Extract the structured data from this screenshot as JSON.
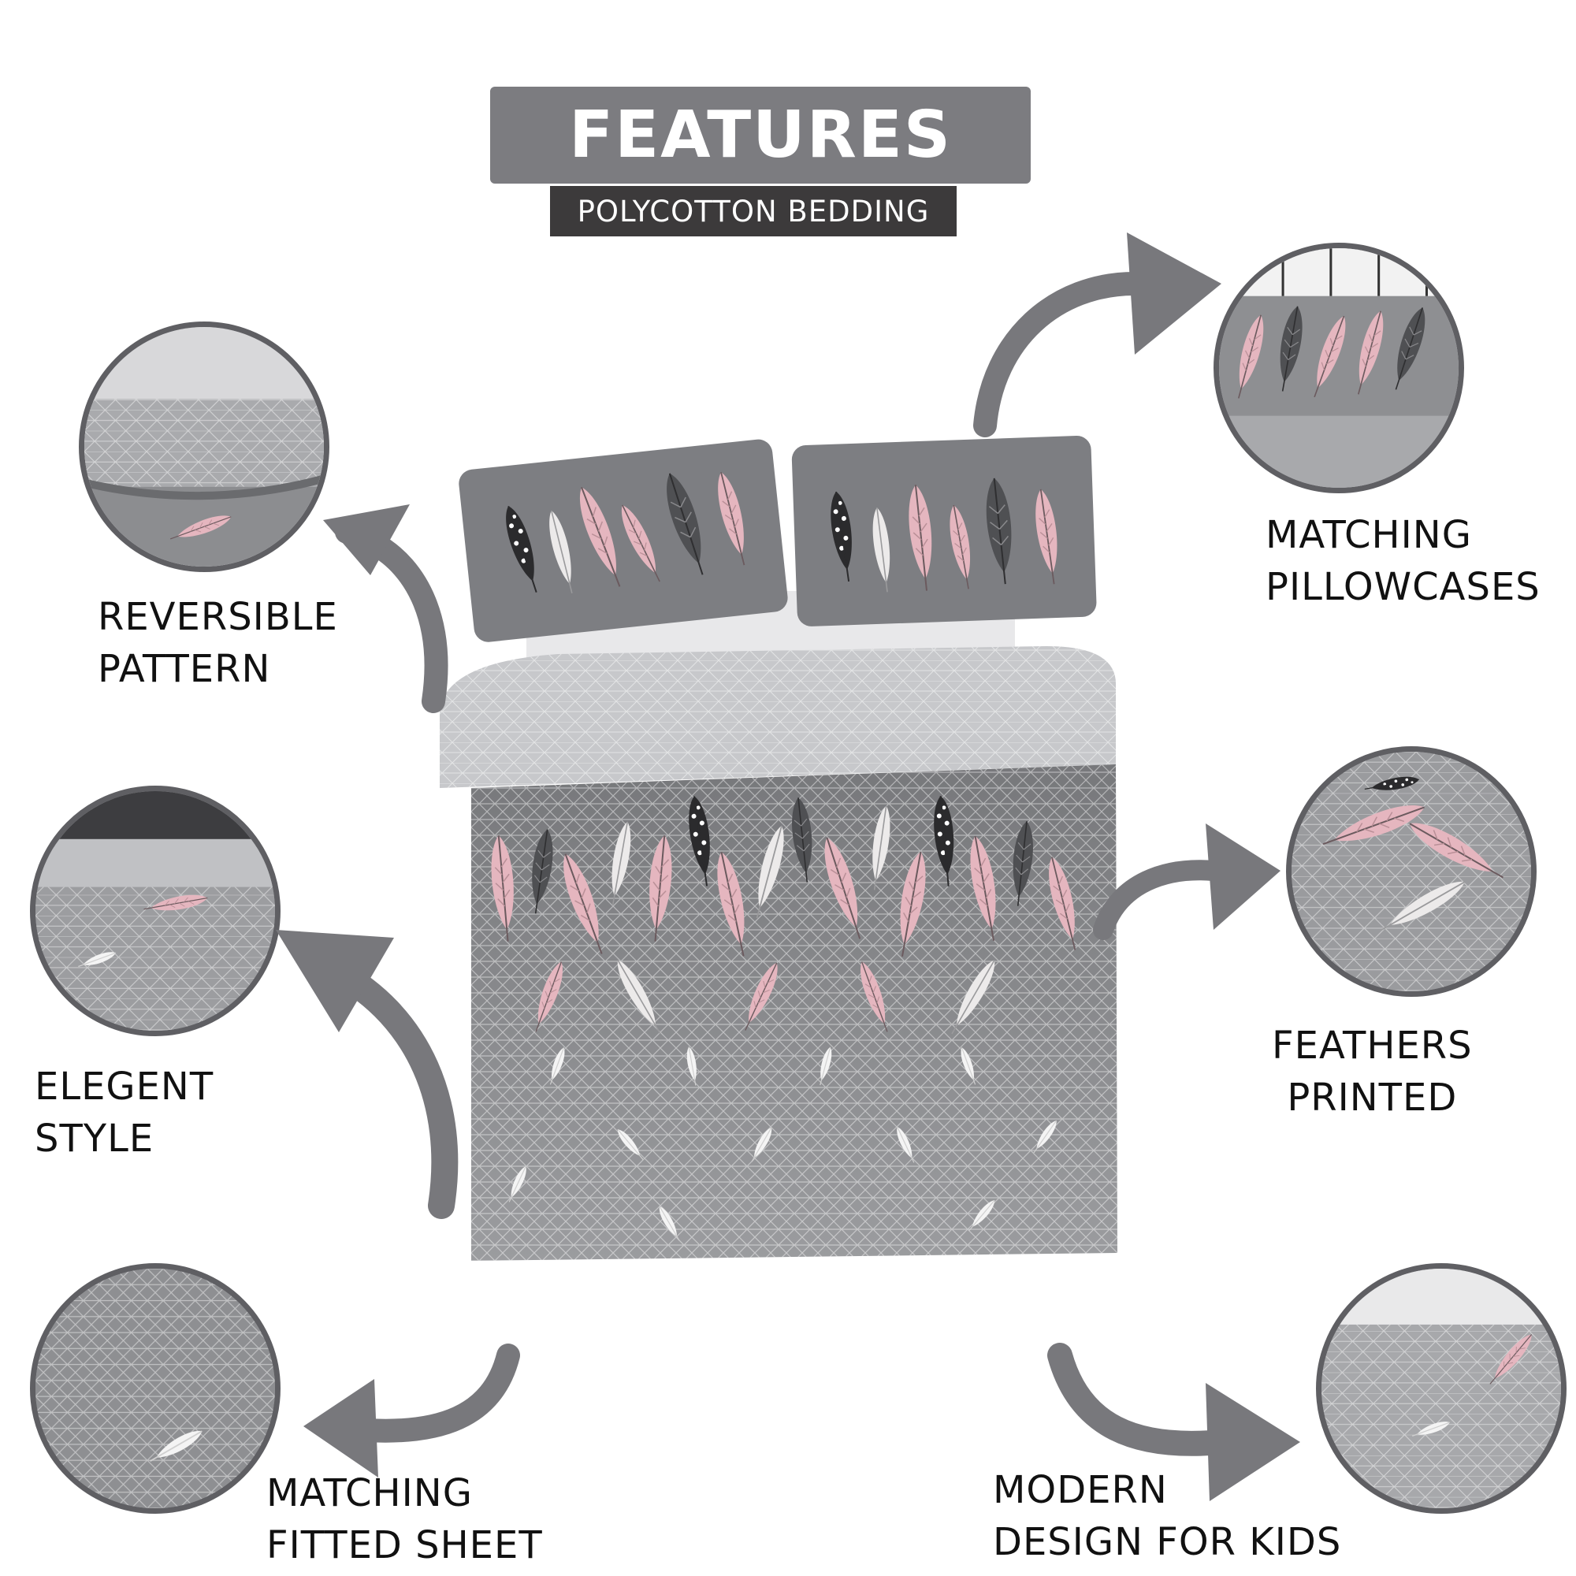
{
  "header": {
    "title": "FEATURES",
    "subtitle": "POLYCOTTON BEDDING"
  },
  "features": {
    "reversible": {
      "line1": "REVERSIBLE",
      "line2": "PATTERN"
    },
    "elegant": {
      "line1": "ELEGENT",
      "line2": "STYLE"
    },
    "fitted_sheet": {
      "line1": "MATCHING",
      "line2": "FITTED SHEET"
    },
    "pillowcases": {
      "line1": "MATCHING",
      "line2": "PILLOWCASES"
    },
    "feathers": {
      "line1": "FEATHERS",
      "line2": "PRINTED"
    },
    "modern": {
      "line1": "MODERN",
      "line2": "DESIGN FOR KIDS"
    }
  },
  "colors": {
    "header_box": "#7c7c80",
    "subheader_box": "#3c3a3b",
    "arrow": "#78787c",
    "circle_border": "#5f5f63",
    "duvet_grey": "#8d8e91",
    "feather_pink": "#e5b6bf"
  }
}
